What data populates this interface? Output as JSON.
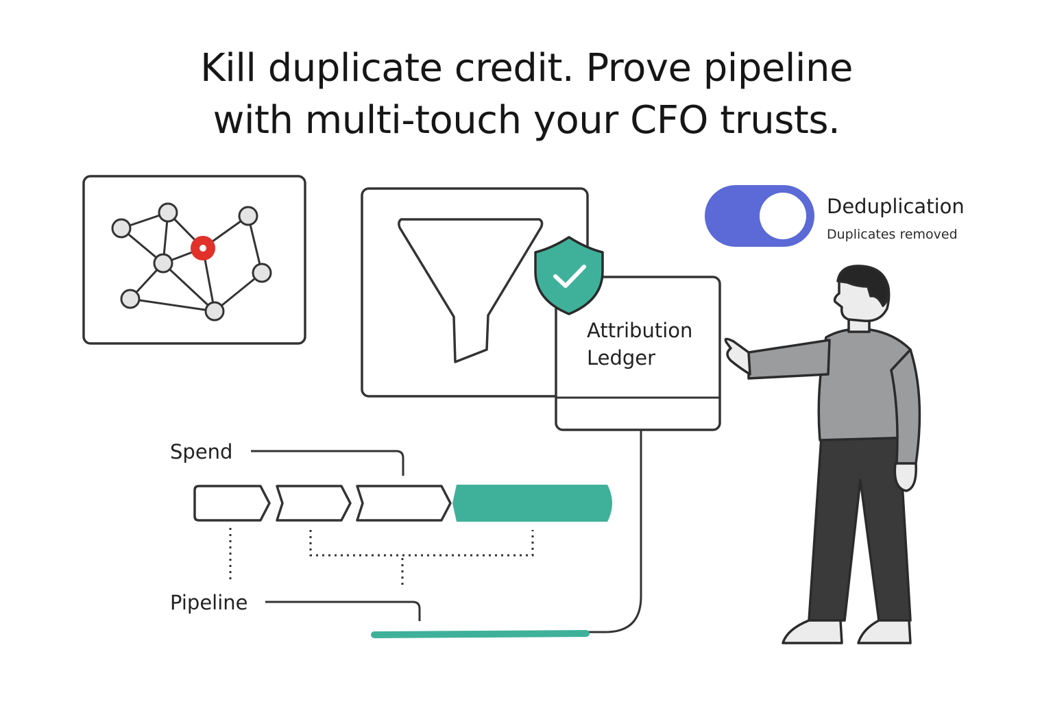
{
  "headline": {
    "line1": "Kill duplicate credit. Prove pipeline",
    "line2": "with multi-touch your CFO trusts."
  },
  "ledger": {
    "line1": "Attribution",
    "line2": "Ledger"
  },
  "toggle": {
    "title": "Deduplication",
    "subtitle": "Duplicates removed",
    "state": "on"
  },
  "flow": {
    "spend_label": "Spend",
    "pipeline_label": "Pipeline"
  },
  "colors": {
    "accent": "#5b6ad6",
    "teal": "#3fb19b",
    "highlight": "#e0312b",
    "stroke": "#333333",
    "shirt": "#9a9c9e",
    "pants": "#3a3a3a"
  },
  "icons": [
    "network-icon",
    "funnel-icon",
    "shield-check-icon",
    "toggle-switch",
    "person-illustration"
  ]
}
